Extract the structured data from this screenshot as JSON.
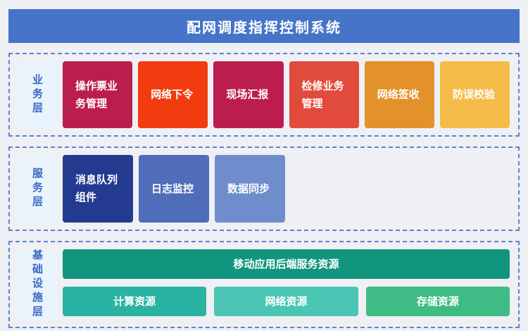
{
  "header": {
    "title": "配网调度指挥控制系统"
  },
  "colors": {
    "page_bg": "#EFF0F4",
    "header_bg": "#4574C9",
    "section_border": "#5C80D6",
    "layer_label_bg": "#E9F4FC",
    "layer_label_text": "#3A65C4"
  },
  "business_layer": {
    "label": "业务层",
    "boxes": [
      {
        "label": "操作票业务管理",
        "color": "#BB1D4E"
      },
      {
        "label": "网络下令",
        "color": "#F23B0F"
      },
      {
        "label": "现场汇报",
        "color": "#BB1D4E"
      },
      {
        "label": "检修业务管理",
        "color": "#E14B3C"
      },
      {
        "label": "网络签收",
        "color": "#E3912A"
      },
      {
        "label": "防误校验",
        "color": "#F5BC4A"
      }
    ]
  },
  "service_layer": {
    "label": "服务层",
    "boxes": [
      {
        "label": "消息队列组件",
        "color": "#243A90"
      },
      {
        "label": "日志监控",
        "color": "#4F6DB9"
      },
      {
        "label": "数据同步",
        "color": "#6F8DCC"
      }
    ]
  },
  "infrastructure_layer": {
    "label": "基础设施层",
    "wide_box": {
      "label": "移动应用后端服务资源",
      "color": "#12957F"
    },
    "boxes": [
      {
        "label": "计算资源",
        "color": "#2AB3A3"
      },
      {
        "label": "网络资源",
        "color": "#4CC6B4"
      },
      {
        "label": "存储资源",
        "color": "#3FBC85"
      }
    ]
  }
}
